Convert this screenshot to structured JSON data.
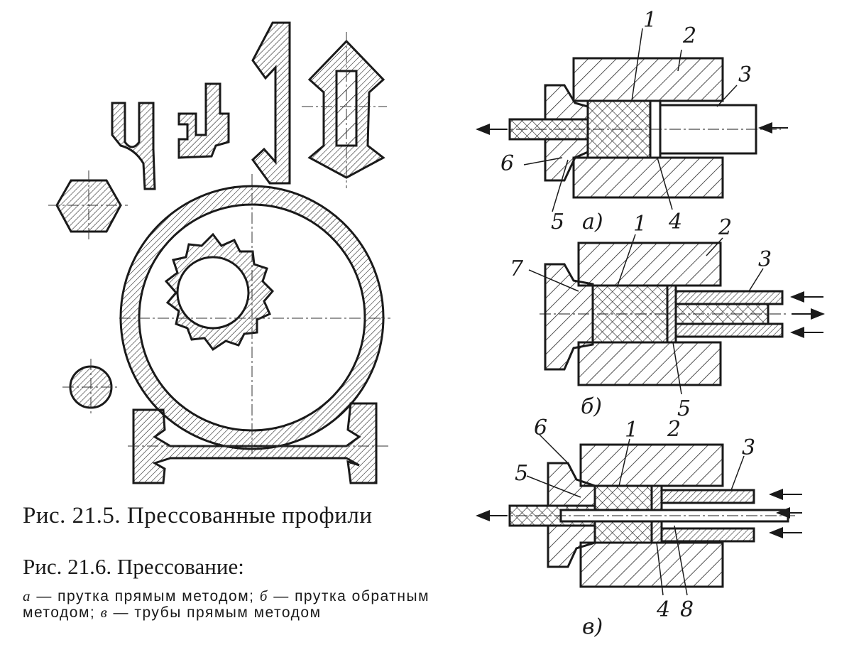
{
  "figure_21_5": {
    "caption": "Рис. 21.5. Прессованные профили"
  },
  "figure_21_6": {
    "caption": "Рис. 21.6. Прессование:",
    "legend": [
      {
        "letter": "а",
        "text": "прутка прямым методом;"
      },
      {
        "letter": "б",
        "text": "прутка обратным методом;"
      },
      {
        "letter": "в",
        "text": "трубы прямым методом"
      }
    ],
    "view_a": {
      "tag": "а)",
      "labels": [
        "1",
        "2",
        "3",
        "4",
        "5",
        "6"
      ]
    },
    "view_b": {
      "tag": "б)",
      "labels": [
        "1",
        "2",
        "3",
        "5",
        "7"
      ]
    },
    "view_c": {
      "tag": "в)",
      "labels": [
        "6",
        "1",
        "2",
        "3",
        "5",
        "4",
        "8"
      ]
    }
  }
}
